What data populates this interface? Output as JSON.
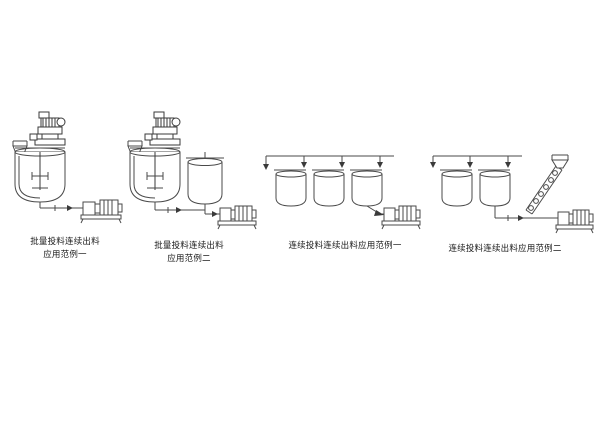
{
  "figure": {
    "type": "technical-line-drawing",
    "background": "#ffffff",
    "line_color": "#4a4a4a",
    "accent_color": "#2b2b2b",
    "caption_color": "#1a1a1a"
  },
  "diagrams": [
    {
      "id": "batch-feeding-continuous-discharge-case-1",
      "caption_lines": [
        "批量投料连续出料",
        "应用范例一"
      ],
      "components": [
        "mixing-tank",
        "motor-drive",
        "hopper",
        "pump",
        "pipe"
      ]
    },
    {
      "id": "batch-feeding-continuous-discharge-case-2",
      "caption_lines": [
        "批量投料连续出料",
        "应用范例二"
      ],
      "components": [
        "mixing-tank",
        "motor-drive",
        "hopper",
        "buffer-tank",
        "pump",
        "pipe"
      ]
    },
    {
      "id": "continuous-feeding-continuous-discharge-case-1",
      "caption_lines": [
        "连续投料连续出料应用范例一"
      ],
      "components": [
        "tank-1",
        "tank-2",
        "tank-3",
        "pump",
        "pipe"
      ]
    },
    {
      "id": "continuous-feeding-continuous-discharge-case-2",
      "caption_lines": [
        "连续投料连续出料应用范例二"
      ],
      "components": [
        "tank-1",
        "tank-2",
        "screw-conveyor",
        "hopper",
        "pump",
        "pipe"
      ]
    }
  ]
}
